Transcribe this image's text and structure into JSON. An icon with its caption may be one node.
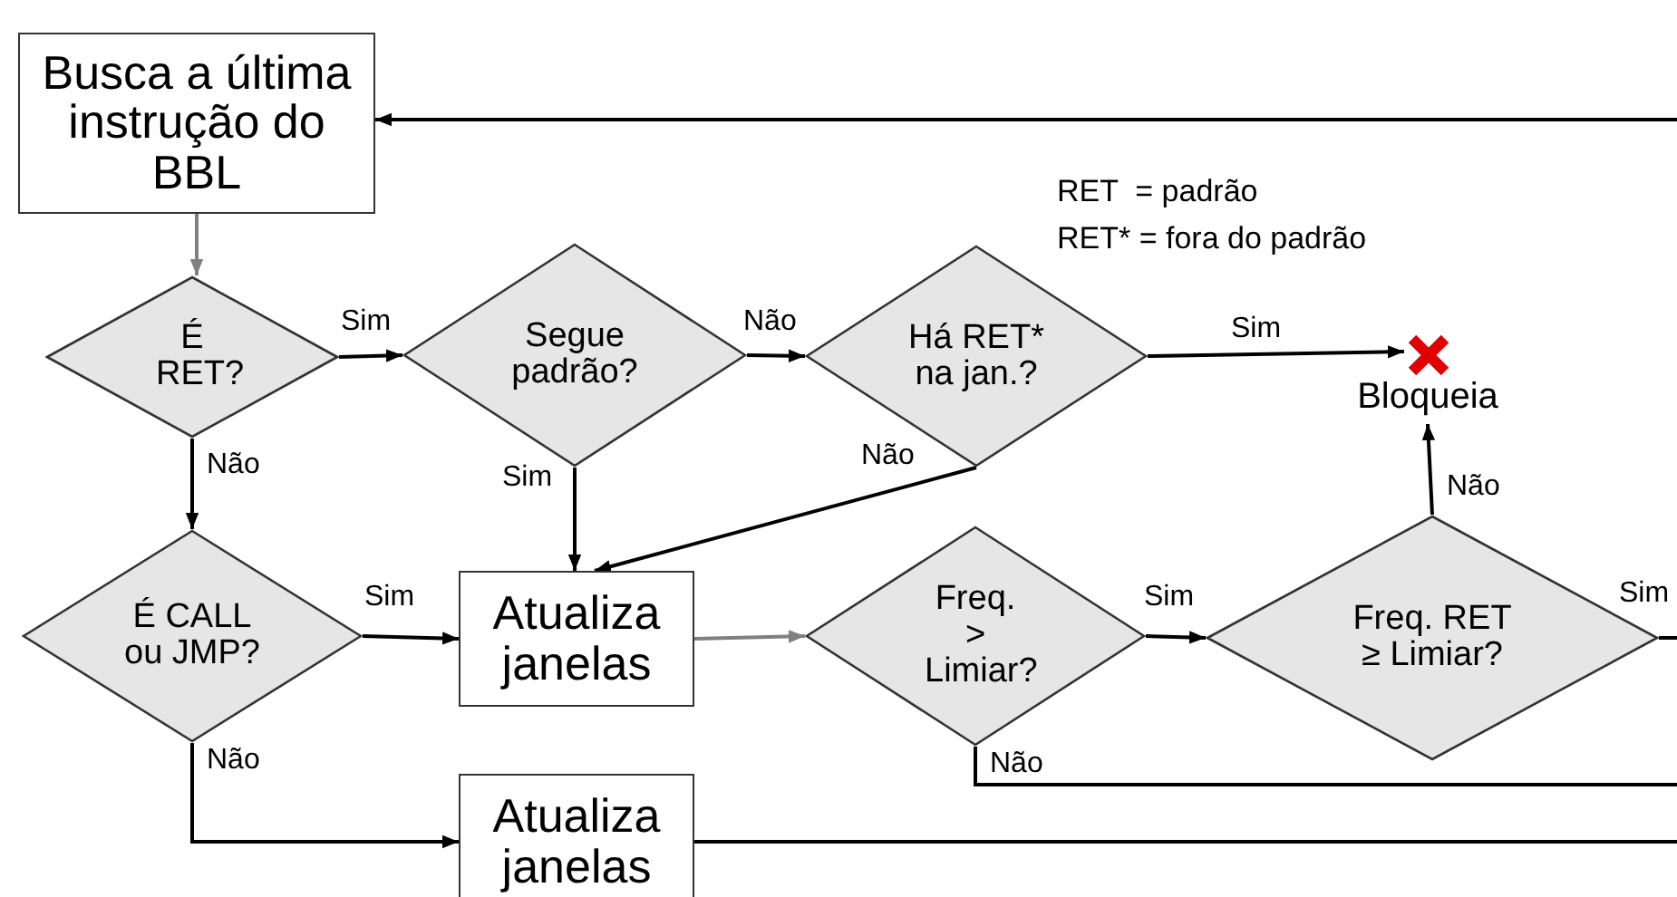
{
  "diagram": {
    "nodes": [
      {
        "text": [
          "Busca a última instrução do BBL"
        ]
      },
      {
        "text": [
          "É RET?"
        ]
      },
      {
        "text": [
          "Segue padrão?"
        ]
      },
      {
        "text": [
          "Há RET* na jan.?"
        ]
      },
      {
        "text": [
          "Bloqueia"
        ]
      },
      {
        "text": [
          "É CALL ou JMP?"
        ]
      },
      {
        "text": [
          "Atualiza janelas"
        ]
      },
      {
        "text": [
          "Freq. > Limiar?"
        ]
      },
      {
        "text": [
          "Freq. RET ≥ Limiar?"
        ]
      },
      {
        "text": [
          "Atualiza janelas"
        ]
      }
    ],
    "edges": [
      {
        "from": null,
        "to": 0,
        "arrow": "to"
      },
      {
        "from": 0,
        "to": 1,
        "arrow": "to",
        "color": "#808080"
      },
      {
        "from": 1,
        "to": 2,
        "arrow": "to",
        "label": "Sim"
      },
      {
        "from": 1,
        "to": 5,
        "arrow": "to",
        "label": "Não"
      },
      {
        "from": 2,
        "to": 3,
        "arrow": "to",
        "label": "Não"
      },
      {
        "from": 2,
        "to": 6,
        "arrow": "to",
        "label": "Sim"
      },
      {
        "from": 3,
        "to": 4,
        "arrow": "to",
        "label": "Sim"
      },
      {
        "from": 3,
        "to": 6,
        "arrow": "to",
        "label": "Não"
      },
      {
        "from": 5,
        "to": 6,
        "arrow": "to",
        "label": "Sim"
      },
      {
        "from": 5,
        "to": 9,
        "arrow": "to",
        "label": "Não"
      },
      {
        "from": 6,
        "to": 7,
        "arrow": "to",
        "color": "#808080"
      },
      {
        "from": 7,
        "to": 8,
        "arrow": "to",
        "label": "Sim"
      },
      {
        "from": 8,
        "to": 4,
        "arrow": "to",
        "label": "Não"
      },
      {
        "from": 8,
        "to": null,
        "arrow": "none",
        "label": "Sim"
      },
      {
        "from": 7,
        "to": null,
        "arrow": "none",
        "label": "Não"
      },
      {
        "from": 9,
        "to": null,
        "arrow": "none"
      }
    ],
    "labels": [
      "RET  = padrão",
      "RET* = fora do padrão"
    ]
  }
}
